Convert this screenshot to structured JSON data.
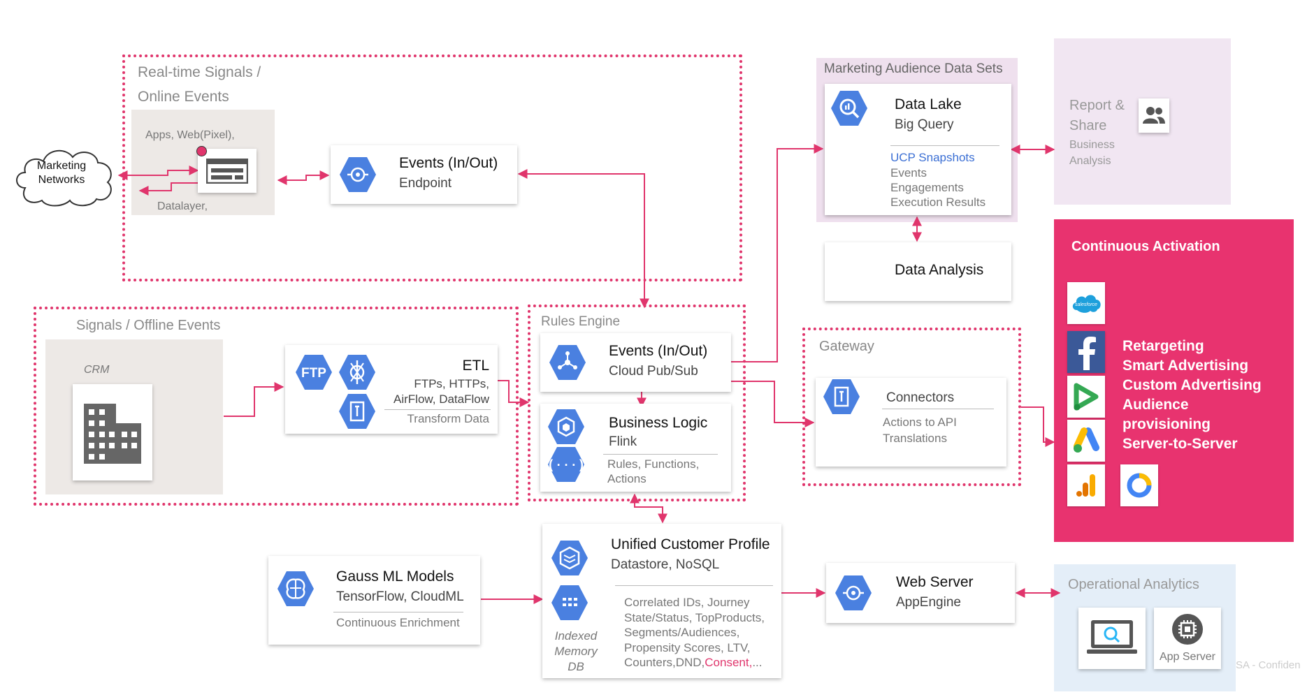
{
  "marketing_networks": {
    "line1": "Marketing",
    "line2": "Networks"
  },
  "realtime": {
    "title_line1": "Real-time Signals /",
    "title_line2": "Online Events",
    "apps_label": "Apps, Web(Pixel),",
    "datalayer_label": "Datalayer,"
  },
  "events_endpoint": {
    "title": "Events (In/Out)",
    "subtitle": "Endpoint"
  },
  "audience": {
    "title": "Marketing Audience Data Sets",
    "data_lake": "Data Lake",
    "big_query": "Big Query",
    "ucp_snapshots": "UCP Snapshots",
    "events": "Events",
    "engagements": "Engagements",
    "execution_results": "Execution Results"
  },
  "data_analysis": {
    "title": "Data Analysis"
  },
  "report": {
    "line1": "Report &",
    "line2": "Share",
    "line3": "Business",
    "line4": "Analysis"
  },
  "activation": {
    "title": "Continuous Activation",
    "items": [
      "Retargeting",
      "Smart Advertising",
      "Custom Advertising",
      "Audience",
      "provisioning",
      "Server-to-Server"
    ],
    "salesforce_logo": "salesforce"
  },
  "offline": {
    "title": "Signals / Offline Events",
    "crm_label": "CRM"
  },
  "etl": {
    "title": "ETL",
    "line1": "FTPs, HTTPs,",
    "line2": "AirFlow, DataFlow",
    "line3": "Transform Data",
    "ftp_label": "FTP"
  },
  "rules_engine": {
    "title": "Rules Engine"
  },
  "pubsub": {
    "title": "Events (In/Out)",
    "subtitle": "Cloud Pub/Sub"
  },
  "business_logic": {
    "title": "Business Logic",
    "subtitle": "Flink",
    "line1": "Rules, Functions,",
    "line2": "Actions"
  },
  "gateway": {
    "title": "Gateway",
    "connectors": "Connectors",
    "line1": "Actions to API",
    "line2": "Translations"
  },
  "gauss": {
    "title": "Gauss ML Models",
    "subtitle": "TensorFlow, CloudML",
    "line": "Continuous Enrichment"
  },
  "ucp": {
    "title": "Unified Customer Profile",
    "subtitle": "Datastore, NoSQL",
    "indexed_line1": "Indexed",
    "indexed_line2": "Memory DB",
    "d1": "Correlated IDs, Journey",
    "d2": "State/Status, TopProducts,",
    "d3": "Segments/Audiences,",
    "d4": "Propensity Scores, LTV,",
    "d5": "Counters,DND,",
    "d5_consent": "Consent,",
    "d5_tail": "..."
  },
  "web_server": {
    "title": "Web Server",
    "subtitle": "AppEngine"
  },
  "operational": {
    "title": "Operational Analytics",
    "app_server": "App Server"
  },
  "footer": {
    "confidential": "SA - Confiden"
  },
  "colors": {
    "accent": "#e0356c",
    "gcp_blue": "#4a80e0",
    "activation_bg": "#e8336f",
    "audience_bg": "#efe0ee",
    "report_bg": "#f1e6f2",
    "operational_bg": "#e4eef8",
    "grey_box": "#ede9e6"
  }
}
